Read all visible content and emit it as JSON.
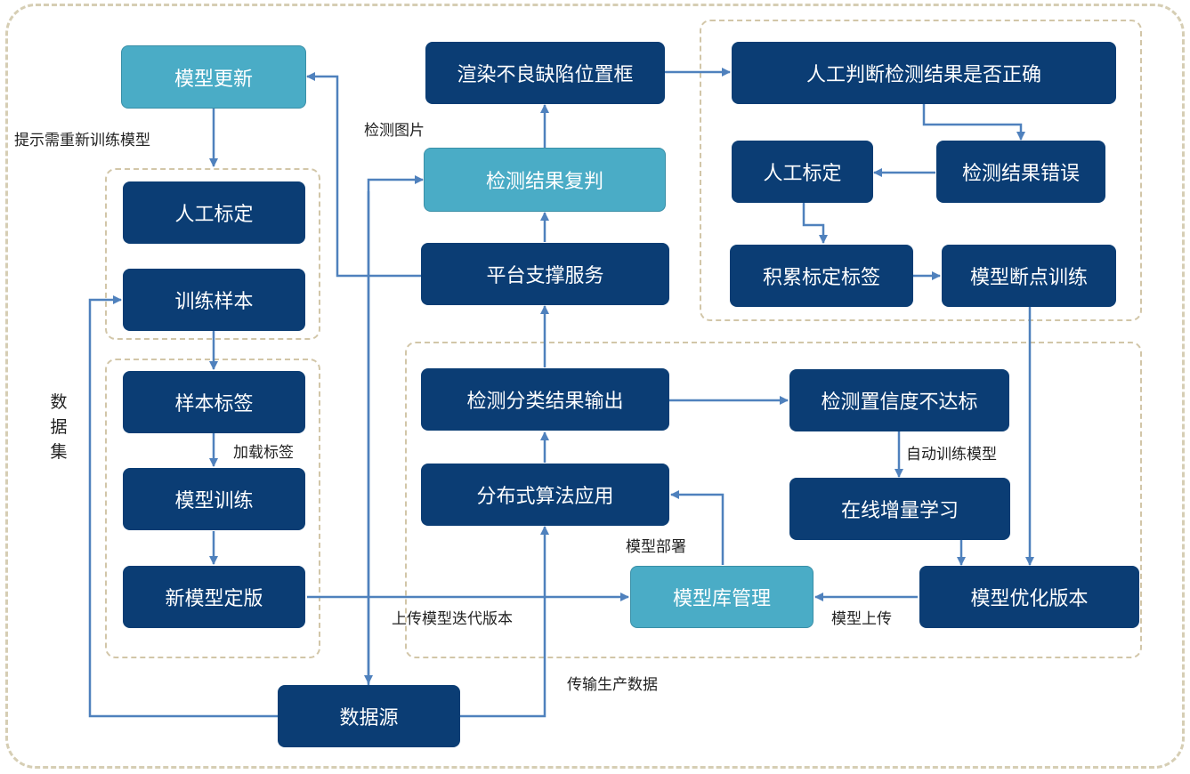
{
  "nodes": {
    "model_update": "模型更新",
    "render_box": "渲染不良缺陷位置框",
    "manual_judge": "人工判断检测结果是否正确",
    "result_review": "检测结果复判",
    "manual_label_left": "人工标定",
    "manual_label_right": "人工标定",
    "result_error": "检测结果错误",
    "platform_service": "平台支撑服务",
    "train_sample": "训练样本",
    "accumulate_labels": "积累标定标签",
    "checkpoint_train": "模型断点训练",
    "sample_label": "样本标签",
    "classify_output": "检测分类结果输出",
    "confidence_low": "检测置信度不达标",
    "model_train": "模型训练",
    "distributed_app": "分布式算法应用",
    "online_learning": "在线增量学习",
    "new_model_release": "新模型定版",
    "model_library": "模型库管理",
    "model_optimized": "模型优化版本",
    "data_source": "数据源"
  },
  "labels": {
    "retrain_hint": "提示需重新训练模型",
    "detect_image": "检测图片",
    "load_label": "加载标签",
    "auto_train": "自动训练模型",
    "model_deploy": "模型部署",
    "upload_iteration": "上传模型迭代版本",
    "model_upload": "模型上传",
    "transfer_data": "传输生产数据",
    "dataset_vertical": "数据集"
  },
  "colors": {
    "dark_box": "#0b3d74",
    "light_box": "#4aacc6",
    "arrow": "#4f81bd",
    "dashed_border": "#d2c6a8"
  }
}
